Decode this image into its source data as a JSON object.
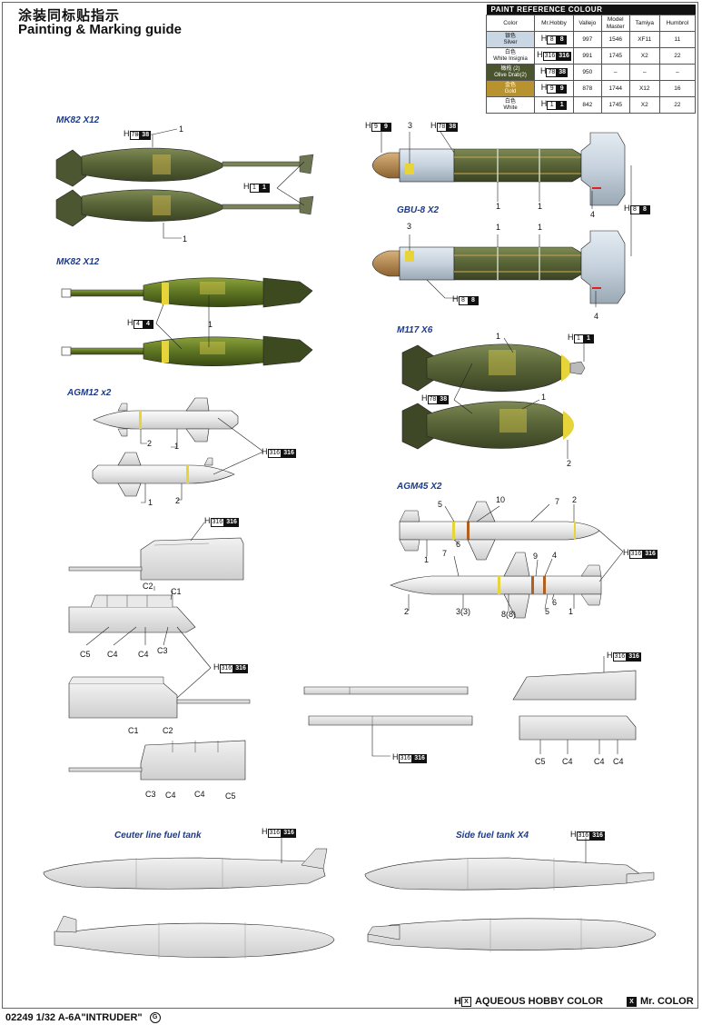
{
  "header": {
    "title_cn": "涂装同标贴指示",
    "title_en": "Painting & Marking guide"
  },
  "paint_table": {
    "title": "PAINT  REFERENCE COLOUR",
    "columns": [
      "Color",
      "Mr.Hobby",
      "Vallejo",
      "Model Master",
      "Tamiya",
      "Humbrol"
    ],
    "rows": [
      {
        "cn": "银色",
        "name": "Silver",
        "swatch": "#c9d6e3",
        "h1": "8",
        "h2": "8",
        "vallejo": "997",
        "mm": "1546",
        "tamiya": "XF11",
        "humbrol": "11"
      },
      {
        "cn": "白色",
        "name": "White Insignia",
        "swatch": "#ffffff",
        "h1": "316",
        "h2": "316",
        "vallejo": "991",
        "mm": "1745",
        "tamiya": "X2",
        "humbrol": "22"
      },
      {
        "cn": "橄榄 (2)",
        "name": "Olive Drab(2)",
        "swatch": "#4a5530",
        "h1": "78",
        "h2": "38",
        "vallejo": "950",
        "mm": "–",
        "tamiya": "–",
        "humbrol": "–"
      },
      {
        "cn": "金色",
        "name": "Gold",
        "swatch": "#b8922e",
        "h1": "9",
        "h2": "9",
        "vallejo": "878",
        "mm": "1744",
        "tamiya": "X12",
        "humbrol": "16"
      },
      {
        "cn": "白色",
        "name": "White",
        "swatch": "#ffffff",
        "h1": "1",
        "h2": "1",
        "vallejo": "842",
        "mm": "1745",
        "tamiya": "X2",
        "humbrol": "22"
      }
    ]
  },
  "sections": {
    "mk82_a": "MK82 X12",
    "mk82_b": "MK82 X12",
    "gbu8": "GBU-8 X2",
    "m117": "M117 X6",
    "agm12": "AGM12 x2",
    "agm45": "AGM45 X2",
    "center_tank": "Ceuter line fuel tank",
    "side_tank": "Side fuel tank X4"
  },
  "codes": {
    "H": "H",
    "c1": "1",
    "c4": "4",
    "c8": "8",
    "c9": "9",
    "c38": "38",
    "c78": "78",
    "c316": "316"
  },
  "callouts": {
    "n1": "1",
    "n2": "2",
    "n3": "3",
    "n4": "4",
    "n5": "5",
    "n6": "6",
    "n7": "7",
    "n9": "9",
    "n10": "10",
    "n3_3": "3(3)",
    "n8_8": "8(8)",
    "C1": "C1",
    "C2": "C2",
    "C3": "C3",
    "C4": "C4",
    "C5": "C5"
  },
  "legend": {
    "aqueous": "AQUEOUS HOBBY COLOR",
    "mrcolor": "Mr. COLOR",
    "aqueous_mark": "X",
    "mrcolor_mark": "X"
  },
  "footer": {
    "code": "02249  1/32 A-6A\"INTRUDER\"",
    "mark": "G"
  }
}
